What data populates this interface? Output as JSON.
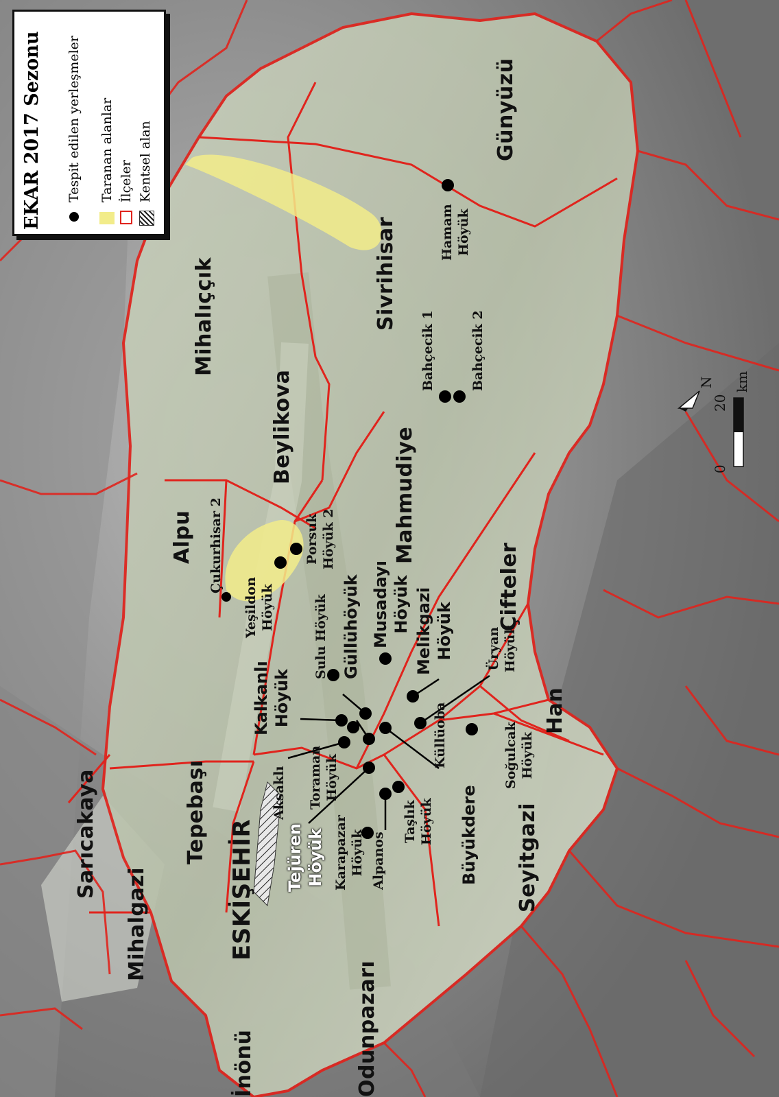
{
  "legend": {
    "title": "EKAR 2017 Sezonu",
    "items": [
      {
        "label": "Tespit edilen yerleşmeler",
        "symbol": "dot"
      },
      {
        "label": "Taranan alanlar",
        "symbol": "yellow-fill"
      },
      {
        "label": "İlçeler",
        "symbol": "red-outline"
      },
      {
        "label": "Kentsel alan",
        "symbol": "hatch"
      }
    ]
  },
  "districts": {
    "mihalgazi": "Mihalgazi",
    "saricakaya": "Sarıcakaya",
    "tepebasi": "Tepebaşı",
    "eskisehir": "ESKİŞEHİR",
    "inonu": "İnönü",
    "odunpazari": "Odunpazarı",
    "seyitgazi": "Seyitgazi",
    "han": "Han",
    "cifteler": "Çifteler",
    "mahmudiye": "Mahmudiye",
    "alpu": "Alpu",
    "beylikova": "Beylikova",
    "mihaliccik": "Mihalıççık",
    "sivrihisar": "Sivrihisar",
    "gunyuzu": "Günyüzü"
  },
  "sites": {
    "cukurhisar2": "Çukurhisar 2",
    "yesildon_1": "Yeşildon",
    "yesildon_2": "Höyük",
    "porsuk_1": "Porsuk",
    "porsuk_2": "Höyük 2",
    "sulu": "Sulu Höyük",
    "gullu": "Güllühöyük",
    "musadayi_1": "Musadayı",
    "musadayi_2": "Höyük",
    "melikgazi_1": "Melikgazi",
    "melikgazi_2": "Höyük",
    "uryan_1": "Üryan",
    "uryan_2": "Höyük",
    "kalkanli_1": "Kalkanlı",
    "kalkanli_2": "Höyük",
    "aksakli": "Aksaklı",
    "toraman_1": "Toraman",
    "toraman_2": "Höyük",
    "kulluoba": "Küllüoba",
    "sogulcak_1": "Soğulcak",
    "sogulcak_2": "Höyük",
    "tejuren_1": "Tejüren",
    "tejuren_2": "Höyük",
    "karapazar_1": "Karapazar",
    "karapazar_2": "Höyük",
    "alpanos": "Alpanos",
    "taslik_1": "Taşlık",
    "taslik_2": "Höyük",
    "buyukdere": "Büyükdere",
    "bahcecik1": "Bahçecik 1",
    "bahcecik2": "Bahçecik 2",
    "hamam_1": "Hamam",
    "hamam_2": "Höyük"
  },
  "scale": {
    "zero": "0",
    "value": "20",
    "unit": "km",
    "north": "N"
  },
  "colors": {
    "boundary": "#e0241d",
    "survey": "#f2ec8a",
    "study_area": "#dfe6d2",
    "relief": "#9a9a9a"
  }
}
